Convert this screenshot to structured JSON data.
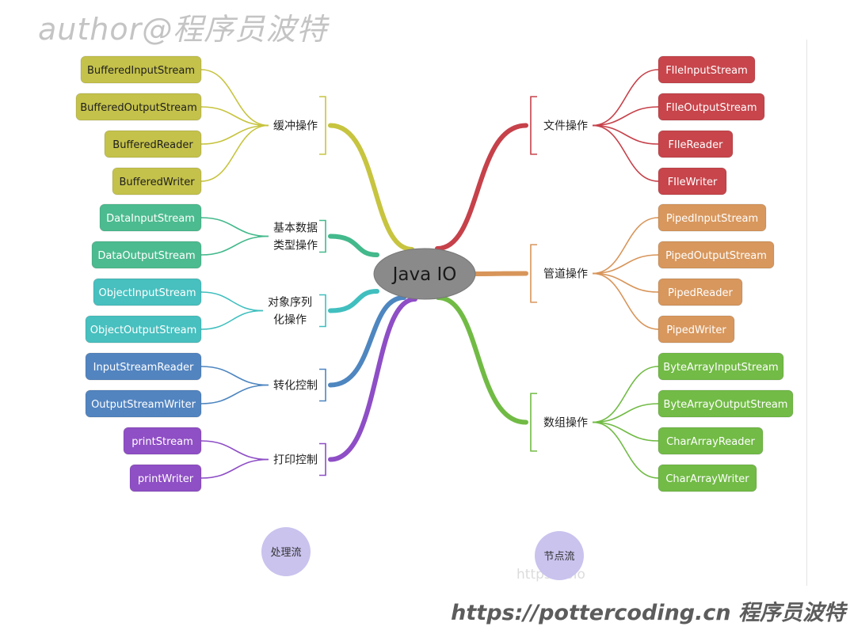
{
  "watermark_top": "author@程序员波特",
  "watermark_bottom": "https://pottercoding.cn 程序员波特",
  "faint_text": "https://blo",
  "center": {
    "label": "Java IO"
  },
  "legend": {
    "processing": "处理流",
    "node": "节点流",
    "color": "#c9c3ee"
  },
  "groups": [
    {
      "side": "left",
      "lines": [
        "缓冲操作"
      ],
      "color": "#c7c43f",
      "bg": "#c4c24a",
      "items": [
        "BufferedInputStream",
        "BufferedOutputStream",
        "BufferedReader",
        "BufferedWriter"
      ]
    },
    {
      "side": "left",
      "lines": [
        "基本数据",
        "类型操作"
      ],
      "color": "#43b98c",
      "bg": "#4cbb8f",
      "items": [
        "DataInputStream",
        "DataOutputStream"
      ]
    },
    {
      "side": "left",
      "lines": [
        "对象序列",
        "化操作"
      ],
      "color": "#41bfbf",
      "bg": "#47c0bf",
      "items": [
        "ObjectInputStream",
        "ObjectOutputStream"
      ]
    },
    {
      "side": "left",
      "lines": [
        "转化控制"
      ],
      "color": "#4e86c0",
      "bg": "#5284c0",
      "items": [
        "InputStreamReader",
        "OutputStreamWriter"
      ]
    },
    {
      "side": "left",
      "lines": [
        "打印控制"
      ],
      "color": "#8e4ec6",
      "bg": "#8f4fc5",
      "items": [
        "printStream",
        "printWriter"
      ]
    },
    {
      "side": "right",
      "lines": [
        "文件操作"
      ],
      "color": "#c6414a",
      "bg": "#c7454b",
      "items": [
        "FIleInputStream",
        "FIleOutputStream",
        "FIleReader",
        "FIleWriter"
      ]
    },
    {
      "side": "right",
      "lines": [
        "管道操作"
      ],
      "color": "#d8955a",
      "bg": "#d8975d",
      "items": [
        "PipedInputStream",
        "PipedOutputStream",
        "PipedReader",
        "PipedWriter"
      ]
    },
    {
      "side": "right",
      "lines": [
        "数组操作"
      ],
      "color": "#71bb45",
      "bg": "#72bb46",
      "items": [
        "ByteArrayInputStream",
        "ByteArrayOutputStream",
        "CharArrayReader",
        "CharArrayWriter"
      ]
    }
  ]
}
